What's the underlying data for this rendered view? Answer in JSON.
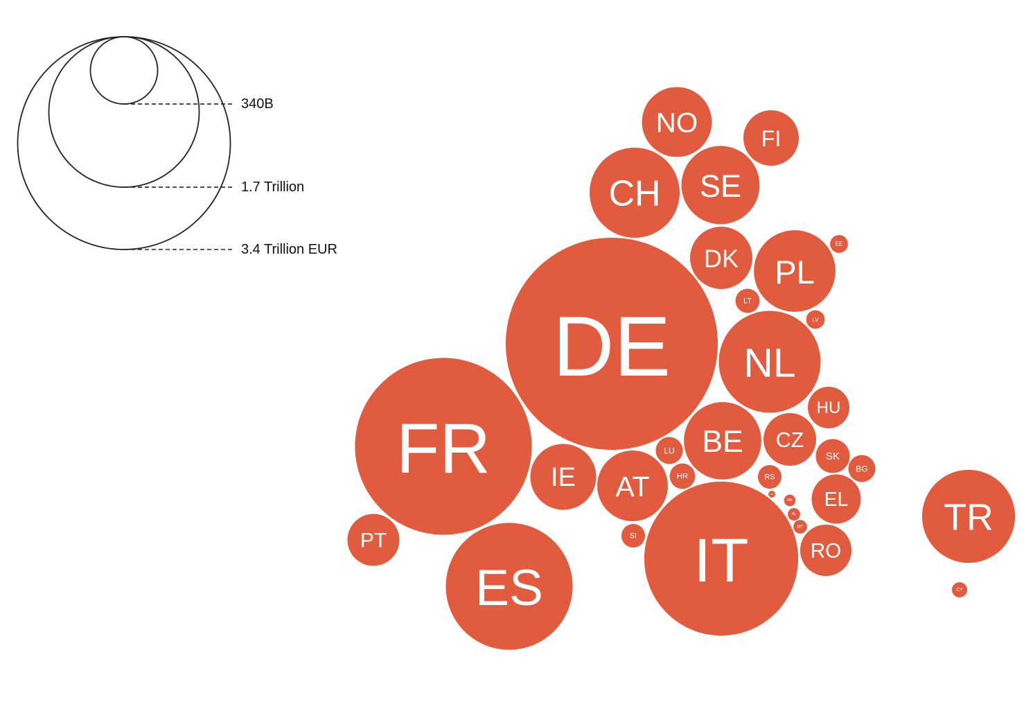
{
  "chart_data": {
    "type": "bubble",
    "unit": "Billion EUR",
    "color": "#E15C3E",
    "legend": {
      "placement": "top-left",
      "entries": [
        {
          "label": "340B",
          "value": 340
        },
        {
          "label": "1.7 Trillion",
          "value": 1700
        },
        {
          "label": "3.4 Trillion EUR",
          "value": 3400
        }
      ]
    },
    "bubbles": [
      {
        "code": "DE",
        "value": 3380
      },
      {
        "code": "FR",
        "value": 2350
      },
      {
        "code": "IT",
        "value": 1780
      },
      {
        "code": "ES",
        "value": 1210
      },
      {
        "code": "NL",
        "value": 780
      },
      {
        "code": "TR",
        "value": 650
      },
      {
        "code": "CH",
        "value": 610
      },
      {
        "code": "PL",
        "value": 500
      },
      {
        "code": "SE",
        "value": 460
      },
      {
        "code": "BE",
        "value": 450
      },
      {
        "code": "AT",
        "value": 375
      },
      {
        "code": "NO",
        "value": 367
      },
      {
        "code": "IE",
        "value": 326
      },
      {
        "code": "DK",
        "value": 292
      },
      {
        "code": "FI",
        "value": 231
      },
      {
        "code": "CZ",
        "value": 208
      },
      {
        "code": "PT",
        "value": 203
      },
      {
        "code": "RO",
        "value": 198
      },
      {
        "code": "EL",
        "value": 182
      },
      {
        "code": "HU",
        "value": 130
      },
      {
        "code": "SK",
        "value": 87
      },
      {
        "code": "BG",
        "value": 55
      },
      {
        "code": "LU",
        "value": 55
      },
      {
        "code": "HR",
        "value": 49
      },
      {
        "code": "LT",
        "value": 44
      },
      {
        "code": "RS",
        "value": 42
      },
      {
        "code": "SI",
        "value": 42
      },
      {
        "code": "LV",
        "value": 26
      },
      {
        "code": "EE",
        "value": 24
      },
      {
        "code": "CY",
        "value": 17.5
      },
      {
        "code": "MT",
        "value": 14
      },
      {
        "code": "AL",
        "value": 11.6
      },
      {
        "code": "MK",
        "value": 10
      },
      {
        "code": "ME",
        "value": 3.6
      }
    ]
  }
}
